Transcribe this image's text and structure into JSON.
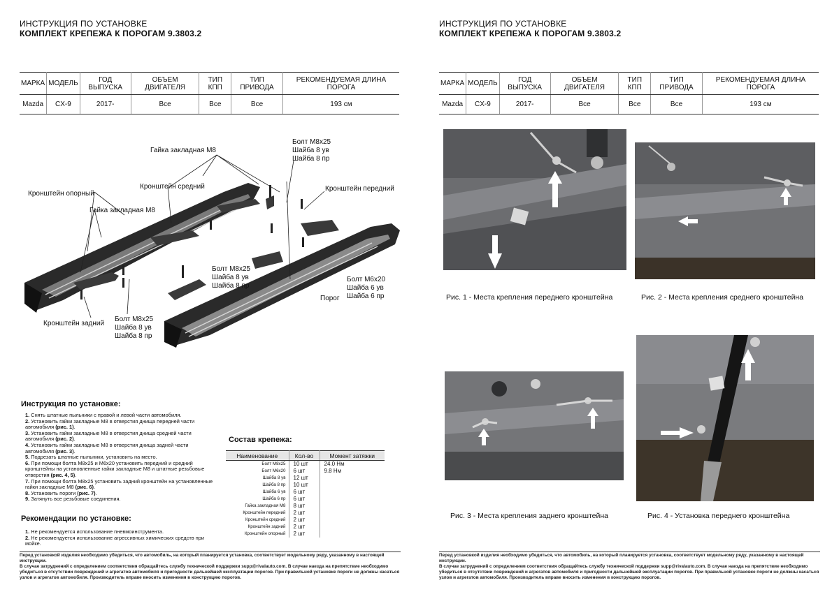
{
  "header": {
    "title": "ИНСТРУКЦИЯ ПО УСТАНОВКЕ",
    "subtitle": "КОМПЛЕКТ КРЕПЕЖА К ПОРОГАМ 9.3803.2"
  },
  "spec_table": {
    "headers": [
      "МАРКА",
      "МОДЕЛЬ",
      "ГОД ВЫПУСКА",
      "ОБЪЕМ ДВИГАТЕЛЯ",
      "ТИП КПП",
      "ТИП ПРИВОДА",
      "РЕКОМЕНДУЕМАЯ ДЛИНА ПОРОГА"
    ],
    "row": [
      "Mazda",
      "CX-9",
      "2017-",
      "Все",
      "Все",
      "Все",
      "193 см"
    ]
  },
  "diagram_labels": {
    "nut_m8_top": "Гайка закладная М8",
    "bolt_top": [
      "Болт М8х25",
      "Шайба 8 ув",
      "Шайба 8 пр"
    ],
    "support_bracket": "Кронштейн опорный",
    "middle_bracket": "Кронштейн средний",
    "front_bracket": "Кронштейн передний",
    "nut_m8_left": "Гайка закладная М8",
    "bolt_mid": [
      "Болт М8х25",
      "Шайба 8 ув",
      "Шайба 8 пр"
    ],
    "bolt_m6": [
      "Болт М6х20",
      "Шайба 6 ув",
      "Шайба 6 пр"
    ],
    "step": "Порог",
    "rear_bracket": "Кронштейн задний",
    "bolt_rear": [
      "Болт М8х25",
      "Шайба 8 ув",
      "Шайба 8 пр"
    ]
  },
  "instructions": {
    "title": "Инструкция по установке:",
    "steps": [
      {
        "n": "1.",
        "text": "Снять штатные пыльники с правой и левой части автомобиля."
      },
      {
        "n": "2.",
        "text": "Установить гайки закладные М8 в отверстия днища передней части автомобиля ",
        "ref": "(рис. 1)",
        "end": "."
      },
      {
        "n": "3.",
        "text": "Установить гайки закладные М8 в отверстия днища средней части автомобиля ",
        "ref": "(рис. 2)",
        "end": "."
      },
      {
        "n": "4.",
        "text": "Установить гайки закладные М8 в отверстия днища задней части автомобиля ",
        "ref": "(рис. 3)",
        "end": "."
      },
      {
        "n": "5.",
        "text": "Подрезать штатные пыльники, установить на место."
      },
      {
        "n": "6.",
        "text": "При помощи болта М8х25 и М6х20 установить передний и средний кронштейны на установленные гайки закладные М8 и штатные резьбовые отверстия ",
        "ref": "(рис. 4, 5)",
        "end": "."
      },
      {
        "n": "7.",
        "text": "При помощи болта М8х25 установить задний кронштейн на установленные гайки закладные М8 ",
        "ref": "(рис. 6)",
        "end": "."
      },
      {
        "n": "8.",
        "text": "Установить пороги ",
        "ref": "(рис. 7)",
        "end": "."
      },
      {
        "n": "9.",
        "text": "Затянуть все резьбовые соединения."
      }
    ]
  },
  "recommendations": {
    "title": "Рекомендации по установке:",
    "items": [
      {
        "n": "1.",
        "text": "Не рекомендуется использование пневмоинструмента."
      },
      {
        "n": "2.",
        "text": "Не рекомендуется использование агрессивных химических средств при мойке."
      }
    ]
  },
  "fasteners": {
    "title": "Состав крепежа:",
    "headers": [
      "Наименование",
      "Кол-во",
      "Момент затяжки"
    ],
    "rows": [
      {
        "name": "Болт М8х25",
        "qty": "10 шт",
        "torque": "24.0 Нм"
      },
      {
        "name": "Болт М6х20",
        "qty": "6 шт",
        "torque": "9.8 Нм"
      },
      {
        "name": "Шайба 8 ув",
        "qty": "12 шт",
        "torque": ""
      },
      {
        "name": "Шайба 8 пр",
        "qty": "10 шт",
        "torque": ""
      },
      {
        "name": "Шайба 6 ув",
        "qty": "6 шт",
        "torque": ""
      },
      {
        "name": "Шайба 6 пр",
        "qty": "6 шт",
        "torque": ""
      },
      {
        "name": "Гайка закладная М8",
        "qty": "8 шт",
        "torque": ""
      },
      {
        "name": "Кронштейн передний",
        "qty": "2 шт",
        "torque": ""
      },
      {
        "name": "Кронштейн средний",
        "qty": "2 шт",
        "torque": ""
      },
      {
        "name": "Кронштейн задний",
        "qty": "2 шт",
        "torque": ""
      },
      {
        "name": "Кронштейн опорный",
        "qty": "2 шт",
        "torque": ""
      }
    ]
  },
  "footer": {
    "line1": "Перед установкой изделия необходимо убедиться, что автомобиль, на который планируется установка, соответствует модельному ряду, указанному в настоящей инструкции.",
    "line2": "В случае затруднений с определением соответствия обращайтесь службу технической поддержки supp@rivalauto.com. В случае наезда на препятствие необходимо убедиться в отсутствии повреждений и агрегатов автомобиля и пригодности дальнейшей эксплуатации порогов. При правильной установке пороги не должны касаться узлов и агрегатов автомобиля. Производитель вправе вносить изменения в конструкцию порогов."
  },
  "photos": [
    {
      "caption": "Рис. 1 - Места крепления переднего кронштейна"
    },
    {
      "caption": "Рис. 2 - Места крепления среднего кронштейна"
    },
    {
      "caption": "Рис. 3 - Места крепления заднего кронштейна"
    },
    {
      "caption": "Рис. 4 - Установка переднего кронштейна"
    }
  ],
  "colors": {
    "photo_base": "#6e6f72",
    "photo_dark": "#3a3b3d",
    "arrow": "#ffffff",
    "table_head_bg": "#e6e6e6"
  }
}
